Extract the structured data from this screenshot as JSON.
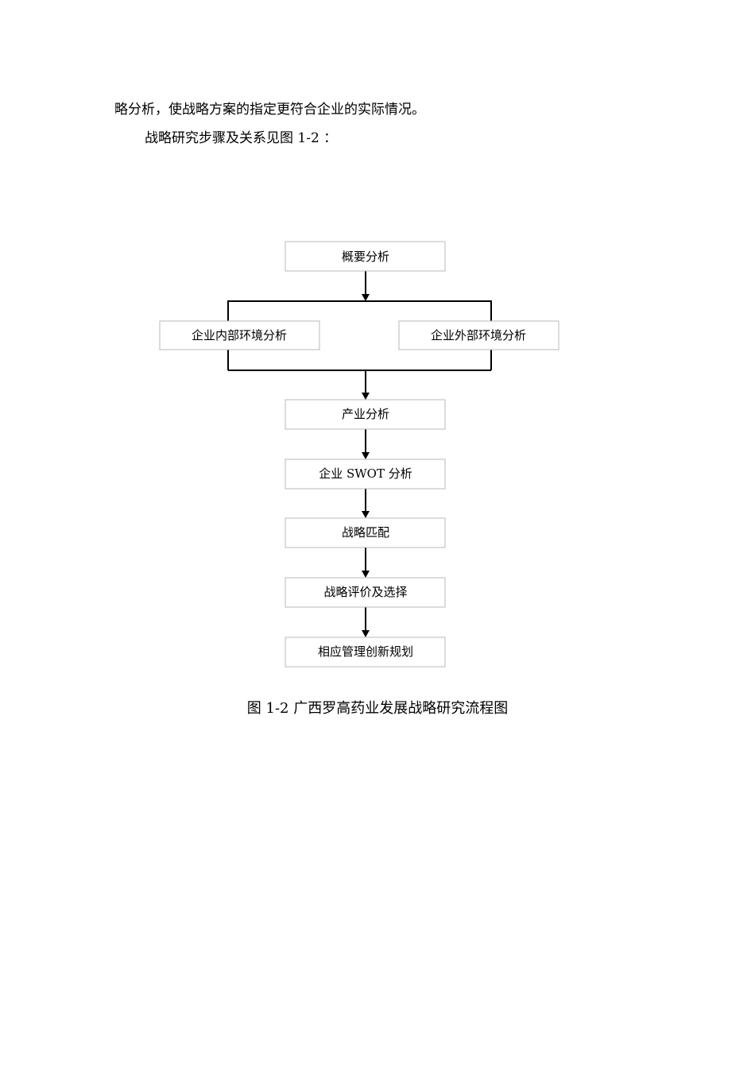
{
  "document": {
    "paragraph_1": "略分析，使战略方案的指定更符合企业的实际情况。",
    "paragraph_2": "战略研究步骤及关系见图 1-2 ："
  },
  "diagram": {
    "nodes": [
      {
        "id": "overview",
        "label": "概要分析"
      },
      {
        "id": "internal",
        "label": "企业内部环境分析"
      },
      {
        "id": "external",
        "label": "企业外部环境分析"
      },
      {
        "id": "industry",
        "label": "产业分析"
      },
      {
        "id": "swot",
        "label": "企业 SWOT 分析"
      },
      {
        "id": "matching",
        "label": "战略匹配"
      },
      {
        "id": "evaluation",
        "label": "战略评价及选择"
      },
      {
        "id": "innovation",
        "label": "相应管理创新规划"
      }
    ],
    "edges": [
      {
        "from": "overview",
        "to": "internal"
      },
      {
        "from": "overview",
        "to": "external"
      },
      {
        "from": "internal",
        "to": "industry"
      },
      {
        "from": "external",
        "to": "industry"
      },
      {
        "from": "industry",
        "to": "swot"
      },
      {
        "from": "swot",
        "to": "matching"
      },
      {
        "from": "matching",
        "to": "evaluation"
      },
      {
        "from": "evaluation",
        "to": "innovation"
      }
    ],
    "caption": "图 1-2  广西罗高药业发展战略研究流程图"
  }
}
